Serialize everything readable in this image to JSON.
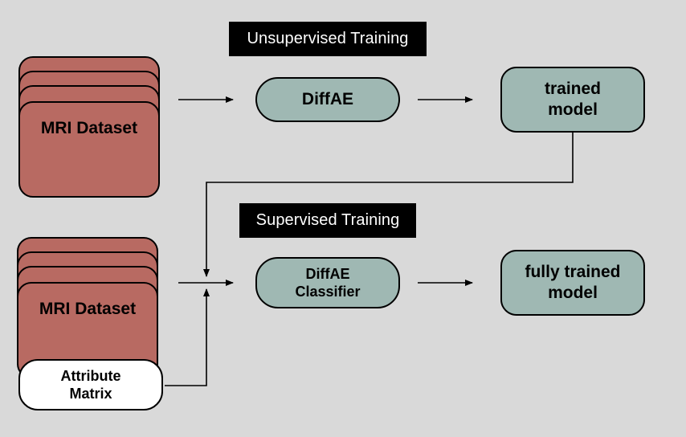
{
  "banners": {
    "unsupervised": "Unsupervised Training",
    "supervised": "Supervised Training"
  },
  "nodes": {
    "dataset_top": "MRI Dataset",
    "diffae": "DiffAE",
    "trained_model": "trained\nmodel",
    "dataset_bottom": "MRI Dataset",
    "diffae_classifier": "DiffAE\nClassifier",
    "fully_trained_model": "fully trained\nmodel",
    "attribute_matrix": "Attribute\nMatrix"
  },
  "colors": {
    "background": "#d9d9d9",
    "dataset_fill": "#b86a62",
    "model_fill": "#9fb8b3",
    "banner_fill": "#000000",
    "attribute_fill": "#ffffff"
  }
}
